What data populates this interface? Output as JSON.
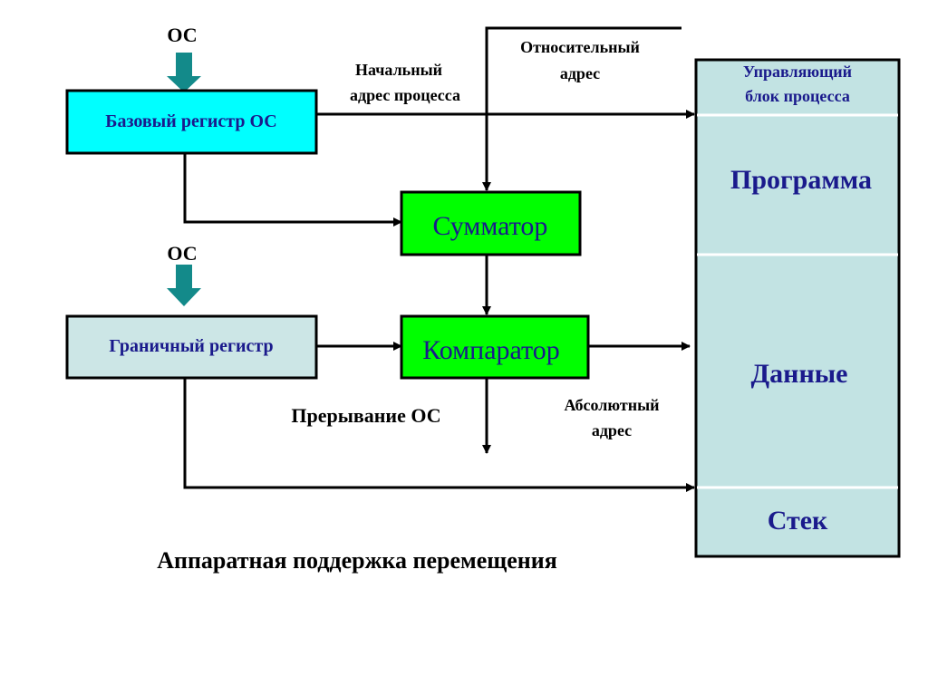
{
  "labels": {
    "os_top": "ОС",
    "os_middle": "ОС",
    "start_address_line1": "Начальный",
    "start_address_line2": "адрес процесса",
    "relative_address_line1": "Относительный",
    "relative_address_line2": "адрес",
    "interrupt": "Прерывание ОС",
    "absolute_address_line1": "Абсолютный",
    "absolute_address_line2": "адрес",
    "caption": "Аппаратная поддержка перемещения"
  },
  "boxes": {
    "base_register": "Базовый регистр ОС",
    "limit_register": "Граничный регистр",
    "adder": "Сумматор",
    "comparator": "Компаратор"
  },
  "memory": {
    "control_block_line1": "Управляющий",
    "control_block_line2": "блок процесса",
    "program": "Программа",
    "data": "Данные",
    "stack": "Стек"
  },
  "colors": {
    "base_register_fill": "#00ffff",
    "limit_register_fill": "#cce6e6",
    "adder_fill": "#00ff00",
    "comparator_fill": "#00ff00",
    "memory_fill": "#c2e3e3",
    "os_arrow": "#138a8a",
    "blue_text": "#1a1a8c"
  }
}
